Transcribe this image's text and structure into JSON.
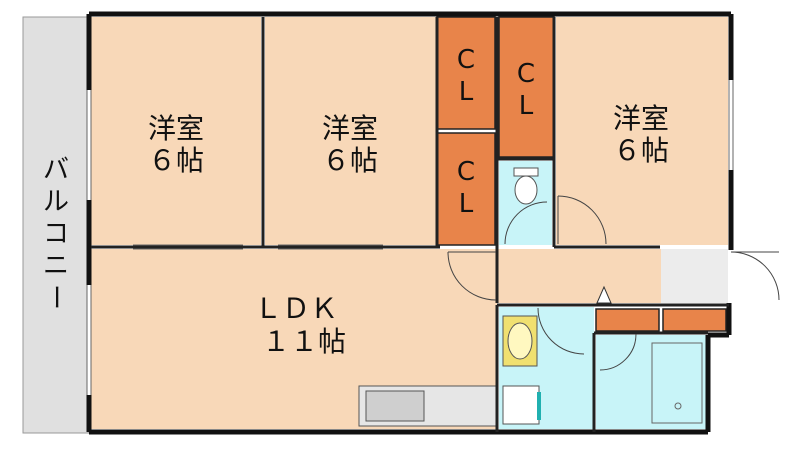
{
  "rooms": {
    "western1": {
      "name": "洋室",
      "size": "６帖"
    },
    "western2": {
      "name": "洋室",
      "size": "６帖"
    },
    "western3": {
      "name": "洋室",
      "size": "６帖"
    },
    "ldk": {
      "name": "ＬＤＫ",
      "size": "１１帖"
    }
  },
  "closets": {
    "cl1": {
      "top": "C",
      "bottom": "L"
    },
    "cl2": {
      "top": "C",
      "bottom": "L"
    },
    "cl3": {
      "top": "C",
      "bottom": "L"
    }
  },
  "balcony": {
    "chars": [
      "バ",
      "ル",
      "コ",
      "ニ",
      "ー"
    ]
  },
  "colors": {
    "room": "#f8d8b8",
    "closet": "#e8844a",
    "wet": "#c8f4f8",
    "balcony": "#e0e0e0",
    "wall": "#111111"
  }
}
